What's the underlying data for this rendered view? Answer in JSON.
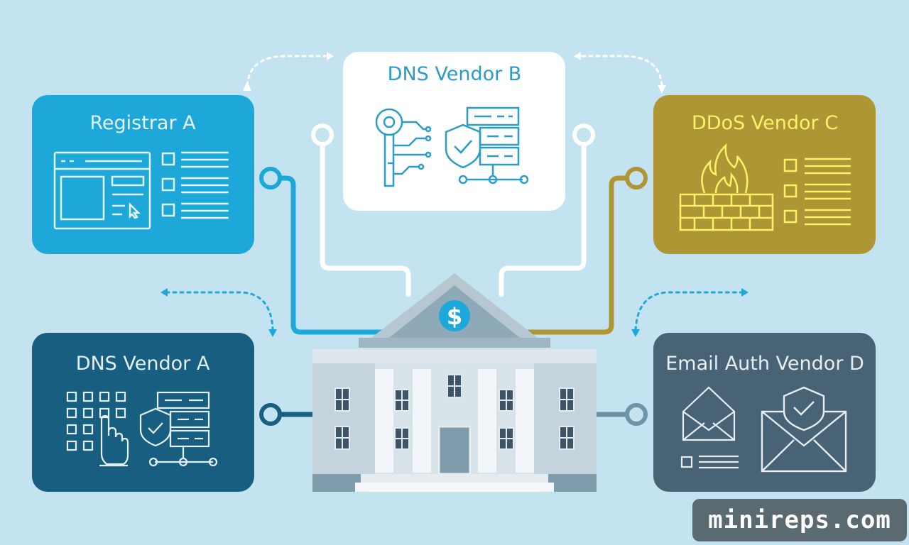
{
  "nodes": {
    "registrar_a": {
      "title": "Registrar A",
      "color": "#1ea7d9",
      "text_color": "#e3f6fd"
    },
    "dns_vendor_b": {
      "title": "DNS Vendor B",
      "color": "#ffffff",
      "text_color": "#2a9cc7"
    },
    "ddos_vendor_c": {
      "title": "DDoS Vendor C",
      "color": "#ad9633",
      "text_color": "#fff06a"
    },
    "dns_vendor_a": {
      "title": "DNS Vendor A",
      "color": "#185e80",
      "text_color": "#e3f1f7"
    },
    "email_auth_vendor_d": {
      "title": "Email Auth Vendor D",
      "color": "#476375",
      "text_color": "#e6eef3"
    }
  },
  "center": {
    "symbol": "$",
    "label": "bank-building"
  },
  "watermark": {
    "text": "minireps.com"
  }
}
